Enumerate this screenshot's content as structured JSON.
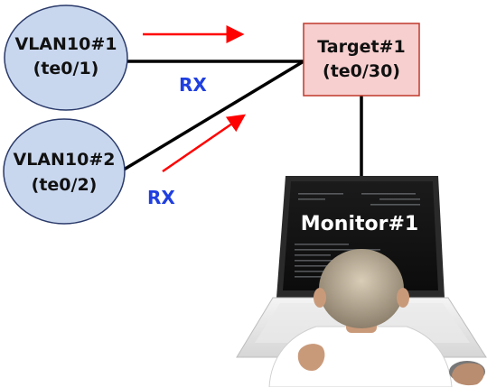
{
  "nodes": {
    "vlan1": {
      "line1": "VLAN10#1",
      "line2": "(te0/1)"
    },
    "vlan2": {
      "line1": "VLAN10#2",
      "line2": "(te0/2)"
    },
    "target": {
      "line1": "Target#1",
      "line2": "(te0/30)"
    }
  },
  "labels": {
    "rx1": "RX",
    "rx2": "RX"
  },
  "monitor": {
    "label": "Monitor#1"
  },
  "colors": {
    "vlan_fill": "#c9d7ee",
    "vlan_stroke": "#2a3a6a",
    "target_fill": "#f7cfcf",
    "target_stroke": "#c0392b",
    "arrow": "#ff0000",
    "rx_text": "#1f3fe0",
    "link": "#000000"
  }
}
